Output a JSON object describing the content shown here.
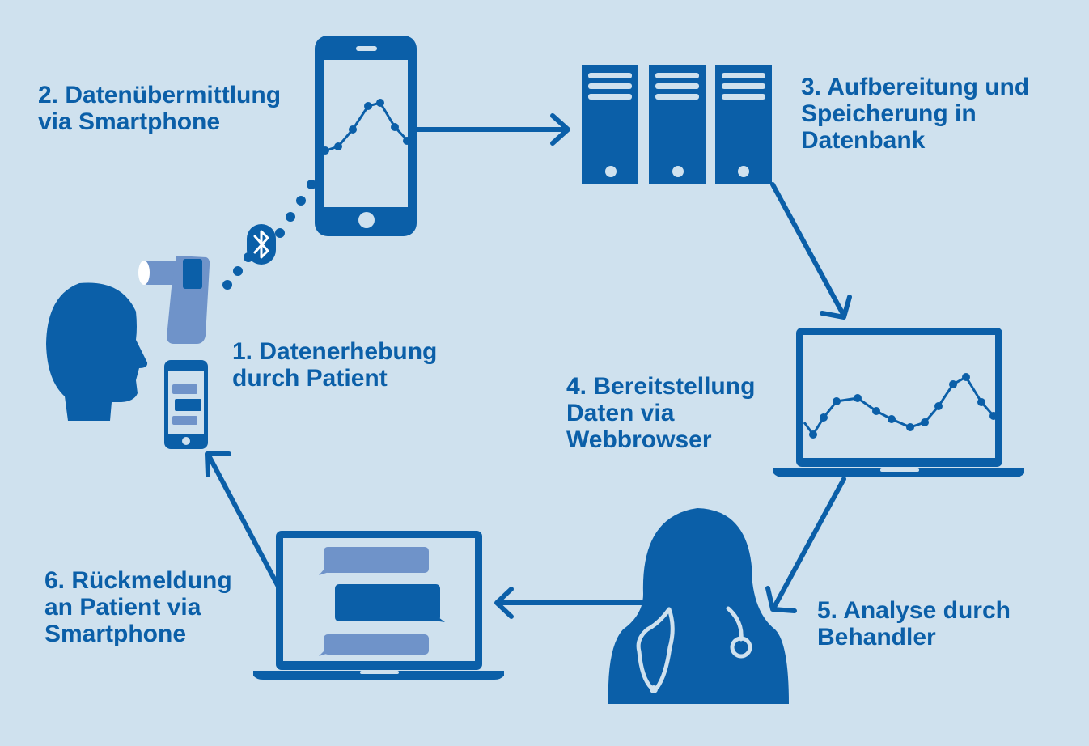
{
  "colors": {
    "background": "#cfe1ee",
    "primary": "#0b5fa8",
    "accent_light": "#6f93c9",
    "white": "#ffffff"
  },
  "steps": [
    {
      "number": 1,
      "lines": [
        "1. Datenerhebung",
        "durch Patient"
      ]
    },
    {
      "number": 2,
      "lines": [
        "2. Datenübermittlung",
        "via Smartphone"
      ]
    },
    {
      "number": 3,
      "lines": [
        "3. Aufbereitung und",
        "Speicherung in",
        "Datenbank"
      ]
    },
    {
      "number": 4,
      "lines": [
        "4. Bereitstellung",
        "Daten via",
        "Webbrowser"
      ]
    },
    {
      "number": 5,
      "lines": [
        "5. Analyse durch",
        "Behandler"
      ]
    },
    {
      "number": 6,
      "lines": [
        "6. Rückmeldung",
        "an Patient via",
        "Smartphone"
      ]
    }
  ],
  "icons": [
    "patient-head-icon",
    "spirometer-icon",
    "small-smartphone-icon",
    "bluetooth-icon",
    "smartphone-chart-icon",
    "server-icon",
    "laptop-chart-icon",
    "doctor-icon",
    "laptop-message-icon",
    "arrow-icon"
  ]
}
